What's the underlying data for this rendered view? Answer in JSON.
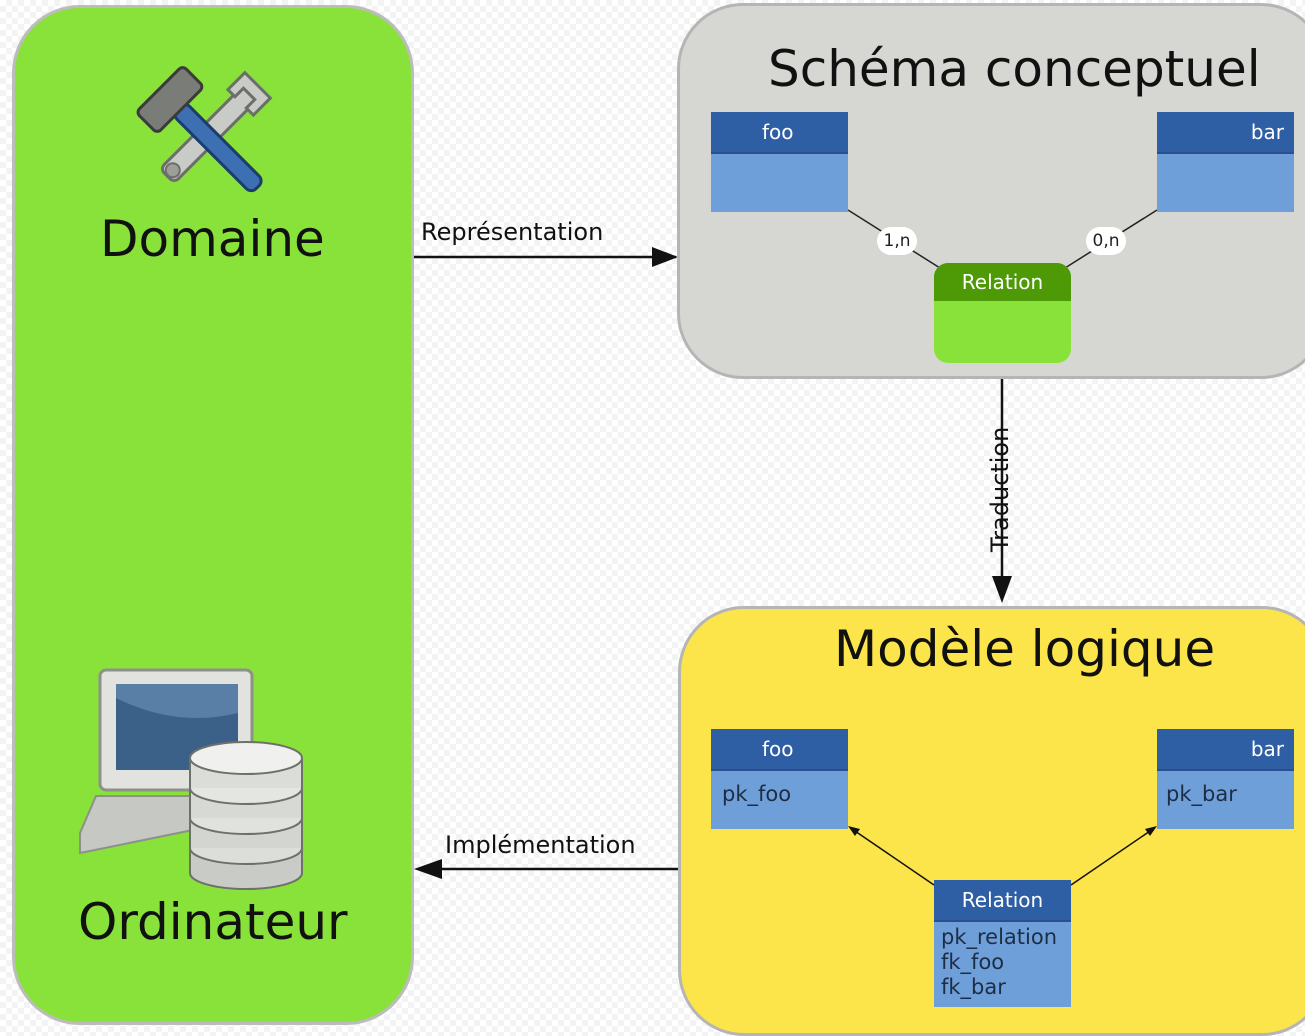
{
  "domain_panel": {
    "title": "Domaine",
    "computer_label": "Ordinateur"
  },
  "conceptual": {
    "title": "Schéma conceptuel",
    "entity_left": "foo",
    "entity_right": "bar",
    "relation": "Relation",
    "card_left": "1,n",
    "card_right": "0,n"
  },
  "logical": {
    "title": "Modèle logique",
    "table_left": {
      "name": "foo",
      "fields": [
        "pk_foo"
      ]
    },
    "table_right": {
      "name": "bar",
      "fields": [
        "pk_bar"
      ]
    },
    "table_relation": {
      "name": "Relation",
      "fields": [
        "pk_relation",
        "fk_foo",
        "fk_bar"
      ]
    }
  },
  "arrows": {
    "representation": "Représentation",
    "traduction": "Traduction",
    "implementation": "Implémentation"
  },
  "colors": {
    "domain_green": "#89e23a",
    "concept_grey": "#d6d7d2",
    "logic_yellow": "#fce54a",
    "entity_blue": "#2e5fa4",
    "relation_green": "#4e9a06"
  }
}
